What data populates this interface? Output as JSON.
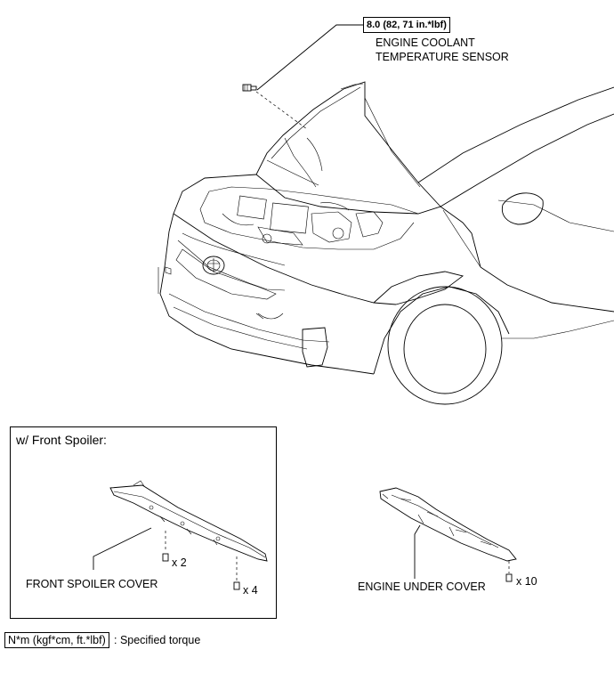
{
  "sensor": {
    "torque": "8.0 (82, 71 in.*lbf)",
    "label_line1": "ENGINE COOLANT",
    "label_line2": "TEMPERATURE SENSOR"
  },
  "inset": {
    "title": "w/ Front Spoiler:",
    "part_label": "FRONT SPOILER COVER",
    "qty_a": "x 2",
    "qty_b": "x 4"
  },
  "under_cover": {
    "part_label": "ENGINE UNDER COVER",
    "qty": "x 10"
  },
  "legend": {
    "unit_box": "N*m (kgf*cm, ft.*lbf)",
    "text": ": Specified torque"
  }
}
